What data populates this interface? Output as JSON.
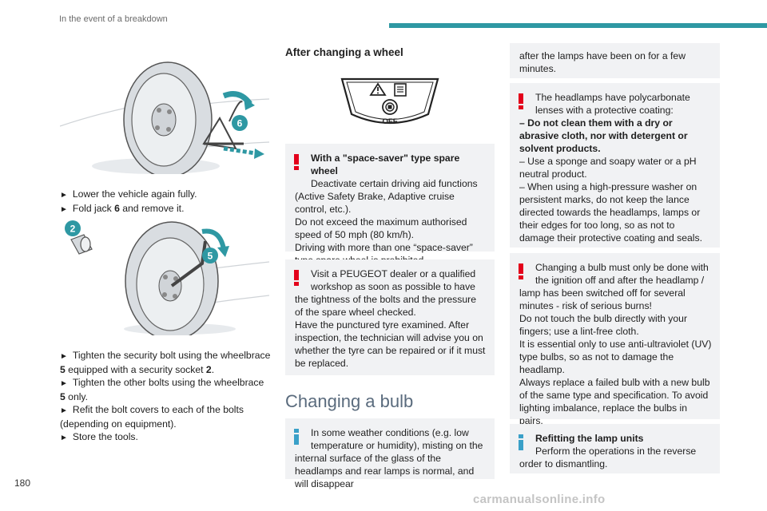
{
  "header": {
    "title": "In the event of a breakdown"
  },
  "page_number": "180",
  "watermark": "carmanualsonline.info",
  "left": {
    "fig1_labels": {
      "jack": "6"
    },
    "steps_a": [
      "Lower the vehicle again fully.",
      [
        "Fold jack ",
        "6",
        " and remove it."
      ]
    ],
    "fig2_labels": {
      "socket": "2",
      "wheelbrace": "5"
    },
    "steps_b": [
      [
        "Tighten the security bolt using the wheelbrace ",
        "5",
        " equipped with a security socket ",
        "2",
        "."
      ],
      [
        "Tighten the other bolts using the wheelbrace ",
        "5",
        " only."
      ],
      "Refit the bolt covers to each of the bolts (depending on equipment).",
      "Store the tools."
    ],
    "arrow": "►"
  },
  "middle": {
    "heading": "After changing a wheel",
    "dash_label": "OFF",
    "warn1": {
      "title": "With a \"space-saver\" type spare wheel",
      "l1": "Deactivate certain driving aid functions",
      "l2": "(Active Safety Brake, Adaptive cruise control, etc.).",
      "l3": "Do not exceed the maximum authorised speed of 50 mph (80 km/h).",
      "l4": "Driving with more than one “space-saver” type spare wheel is prohibited."
    },
    "warn2": {
      "l1": "Visit a PEUGEOT dealer or a qualified",
      "l2": "workshop as soon as possible to have the tightness of the bolts and the pressure of the spare wheel checked.",
      "l3": "Have the punctured tyre examined. After inspection, the technician will advise you on whether the tyre can be repaired or if it must be replaced."
    },
    "section_title": "Changing a bulb",
    "info1": {
      "l1": "In some weather conditions (e.g. low",
      "l2": "temperature or humidity), misting on the internal surface of the glass of the headlamps and rear lamps is normal, and will disappear"
    }
  },
  "right": {
    "info1_cont": "after the lamps have been on for a few minutes.",
    "warn3": {
      "l1": "The headlamps have polycarbonate",
      "l2": "lenses with a protective coating:",
      "b1": "– Do not clean them with a dry or abrasive cloth, nor with detergent or solvent products.",
      "b2": "– Use a sponge and soapy water or a pH neutral product.",
      "b3": "– When using a high-pressure washer on persistent marks, do not keep the lance directed towards the headlamps, lamps or their edges for too long, so as not to damage their protective coating and seals."
    },
    "warn4": {
      "l1": "Changing a bulb must only be done with",
      "l2": "the ignition off and after the headlamp / lamp has been switched off for several minutes - risk of serious burns!",
      "l3": "Do not touch the bulb directly with your fingers; use a lint-free cloth.",
      "l4": "It is essential only to use anti-ultraviolet (UV) type bulbs, so as not to damage the headlamp.",
      "l5": "Always replace a failed bulb with a new bulb of the same type and specification. To avoid lighting imbalance, replace the bulbs in pairs."
    },
    "info2": {
      "title": "Refitting the lamp units",
      "l1": "Perform the operations in the reverse order to dismantling."
    }
  },
  "colors": {
    "accent": "#2e98a3",
    "warning": "#e3001b",
    "info": "#3aa0c8",
    "box": "#f1f2f4"
  }
}
